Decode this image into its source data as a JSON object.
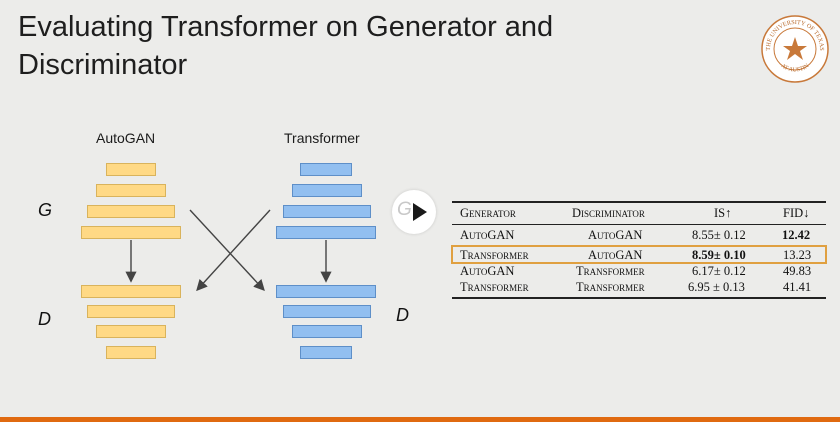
{
  "slide": {
    "title": "Evaluating Transformer on Generator and Discriminator"
  },
  "diagram": {
    "left_label": "AutoGAN",
    "right_label": "Transformer",
    "g_label": "G",
    "d_label_left": "D",
    "d_label_right": "D",
    "colors": {
      "autogan": "#ffd985",
      "transformer": "#92bff0",
      "accent": "#e06a10"
    }
  },
  "video": {
    "overlay_letter": "G",
    "play_icon": "play-icon"
  },
  "table": {
    "headers": [
      "Generator",
      "Discriminator",
      "IS↑",
      "FID↓"
    ],
    "rows": [
      {
        "generator": "AutoGAN",
        "discriminator": "AutoGAN",
        "is": "8.55± 0.12",
        "fid": "12.42"
      },
      {
        "generator": "Transformer",
        "discriminator": "AutoGAN",
        "is": "8.59± 0.10",
        "fid": "13.23"
      },
      {
        "generator": "AutoGAN",
        "discriminator": "Transformer",
        "is": "6.17± 0.12",
        "fid": "49.83"
      },
      {
        "generator": "Transformer",
        "discriminator": "Transformer",
        "is": "6.95 ± 0.13",
        "fid": "41.41"
      }
    ]
  },
  "logo": {
    "text_top": "THE UNIVERSITY OF TEXAS",
    "text_bottom": "AT AUSTIN"
  }
}
